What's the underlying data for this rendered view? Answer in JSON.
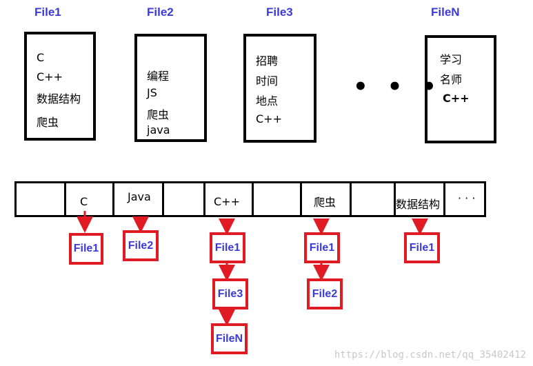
{
  "files": [
    {
      "title": "File1",
      "lines": [
        "C",
        "C++",
        "数据结构",
        "爬虫"
      ]
    },
    {
      "title": "File2",
      "lines": [
        "编程",
        "JS",
        "爬虫",
        "java"
      ]
    },
    {
      "title": "File3",
      "lines": [
        "招聘",
        "时间",
        "地点",
        "C++"
      ]
    },
    {
      "title": "FileN",
      "lines": [
        "学习",
        "名师",
        "C++"
      ]
    }
  ],
  "ellipsis": "• • •",
  "index_cells": [
    "",
    "C",
    "Java",
    "",
    "C++",
    "",
    "爬虫",
    "",
    "数据结构",
    "· · ·"
  ],
  "postings": {
    "c": [
      "File1"
    ],
    "java": [
      "File2"
    ],
    "cpp": [
      "File1",
      "File3",
      "FileN"
    ],
    "crawler": [
      "File1",
      "File2"
    ],
    "data_structures": [
      "File1"
    ]
  },
  "colors": {
    "file_title": "#3a3ad8",
    "posting_border": "#e01b24",
    "line": "#000000"
  },
  "watermark": "https://blog.csdn.net/qq_35402412"
}
